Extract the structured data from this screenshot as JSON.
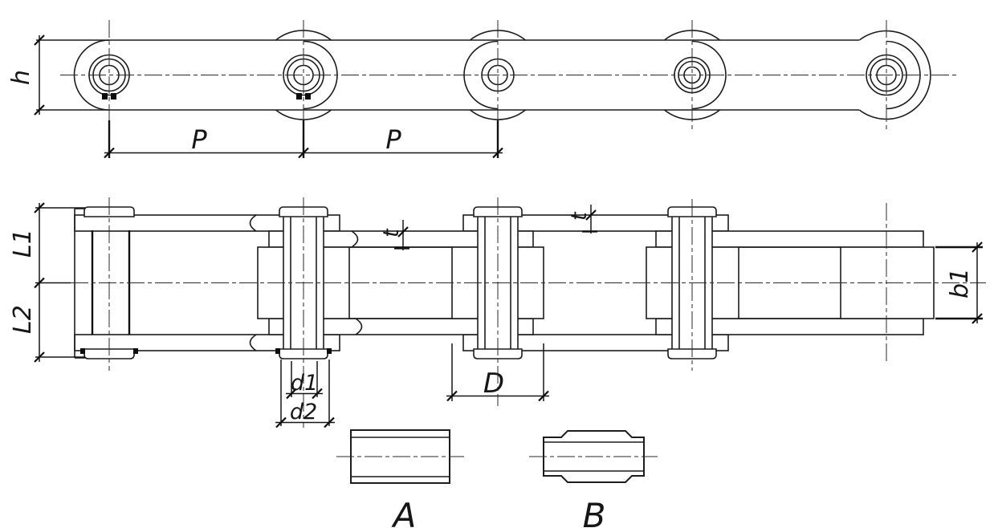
{
  "diagram": {
    "type": "engineering-drawing",
    "subject": "roller-chain",
    "views": {
      "side_view_dimensions": [
        "h",
        "P",
        "P"
      ],
      "plan_view_dimensions": [
        "L1",
        "L2",
        "t",
        "t",
        "d1",
        "d2",
        "D",
        "b1"
      ],
      "detail_views": [
        "A",
        "B"
      ]
    },
    "labels": {
      "h": "h",
      "p": "P",
      "l1": "L1",
      "l2": "L2",
      "t": "t",
      "d1": "d1",
      "d2": "d2",
      "roller_diameter": "D",
      "b1": "b1",
      "detail_a": "A",
      "detail_b": "B"
    },
    "colors": {
      "line": "#1c1c1c",
      "background": "#ffffff"
    }
  }
}
